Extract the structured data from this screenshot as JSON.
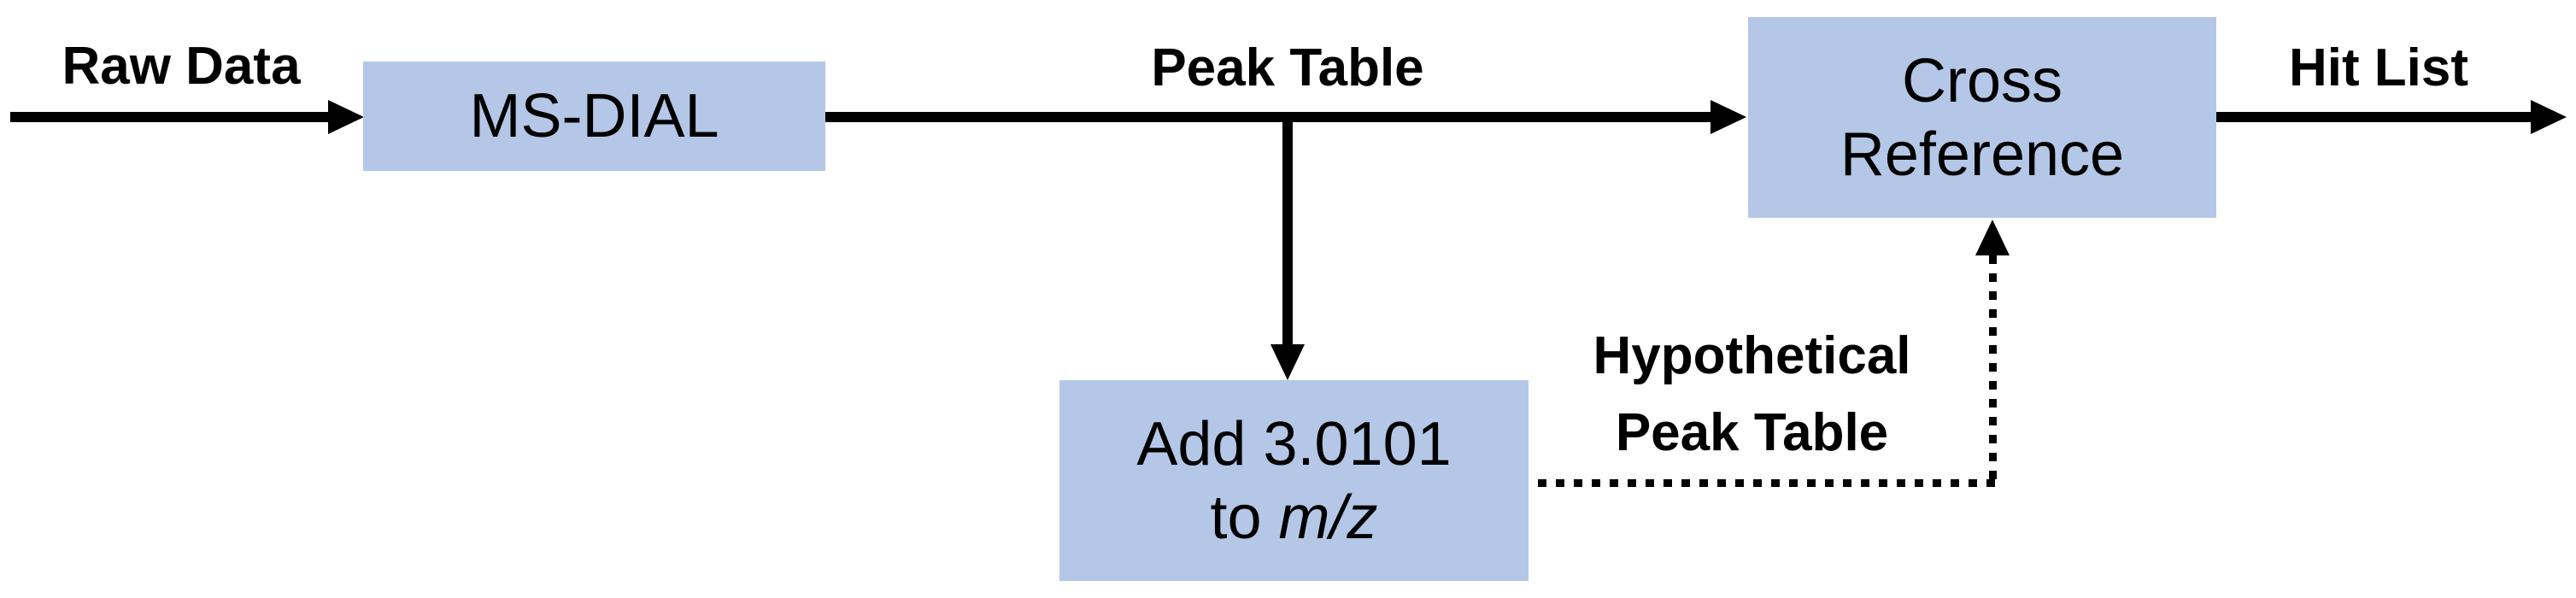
{
  "colors": {
    "background": "#ffffff",
    "node_fill": "#b4c7e7",
    "line": "#000000",
    "text": "#000000"
  },
  "labels": {
    "raw_data": "Raw Data",
    "peak_table": "Peak Table",
    "hit_list": "Hit List",
    "hypothetical_line1": "Hypothetical",
    "hypothetical_line2": "Peak Table"
  },
  "nodes": {
    "msdial": {
      "label": "MS-DIAL"
    },
    "add_mz": {
      "line1": "Add 3.0101",
      "line2_prefix": "to ",
      "line2_italic": "m/z"
    },
    "cross_reference": {
      "line1": "Cross",
      "line2": "Reference"
    }
  },
  "edges": [
    {
      "from": "raw-data-input",
      "to": "msdial",
      "label": "Raw Data",
      "style": "solid"
    },
    {
      "from": "msdial",
      "to": "cross-reference",
      "label": "Peak Table",
      "style": "solid"
    },
    {
      "from": "peak-table-junction",
      "to": "add-mz",
      "label": "",
      "style": "solid"
    },
    {
      "from": "add-mz",
      "to": "cross-reference",
      "label": "Hypothetical Peak Table",
      "style": "dotted"
    },
    {
      "from": "cross-reference",
      "to": "hit-list-output",
      "label": "Hit List",
      "style": "solid"
    }
  ]
}
